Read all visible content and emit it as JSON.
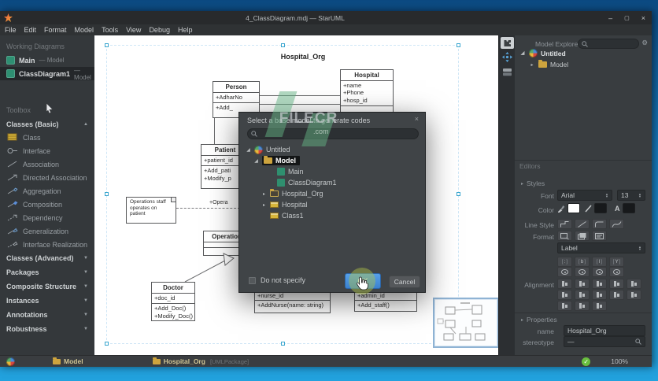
{
  "icons": {
    "minimize": "–",
    "maximize": "▢",
    "close": "×",
    "gear": "⚙",
    "check": "✓",
    "expand_open": "◢",
    "expand_closed": "▸",
    "collapse_up": "▲",
    "collapse_down": "▼",
    "stepper_up": "▲",
    "stepper_down": "▼",
    "color_letter": "A"
  },
  "window": {
    "title": "4_ClassDiagram.mdj — StarUML"
  },
  "menu": {
    "items": [
      "File",
      "Edit",
      "Format",
      "Model",
      "Tools",
      "View",
      "Debug",
      "Help"
    ]
  },
  "sidebar": {
    "working_diagrams_label": "Working Diagrams",
    "diagrams": [
      {
        "name": "Main",
        "type": "— Model"
      },
      {
        "name": "ClassDiagram1",
        "type": "— Model"
      }
    ],
    "toolbox_label": "Toolbox",
    "basic_section": {
      "label": "Classes (Basic)",
      "items": [
        "Class",
        "Interface",
        "Association",
        "Directed Association",
        "Aggregation",
        "Composition",
        "Dependency",
        "Generalization",
        "Interface Realization"
      ]
    },
    "collapsed_sections": [
      {
        "label": "Classes (Advanced)"
      },
      {
        "label": "Packages"
      },
      {
        "label": "Composite Structure"
      },
      {
        "label": "Instances"
      },
      {
        "label": "Annotations"
      },
      {
        "label": "Robustness"
      }
    ]
  },
  "canvas": {
    "diagram_title": "Hospital_Org",
    "person": {
      "name": "Person",
      "attr1": "+AdharNo",
      "op1": "+Add_"
    },
    "hospital": {
      "name": "Hospital",
      "attr1": "+name",
      "attr2": "+Phone",
      "attr3": "+hosp_id"
    },
    "patient": {
      "name": "Patient",
      "attr1": "+patient_id",
      "op1": "+Add_pati",
      "op2": "+Modify_p"
    },
    "operation": {
      "name": "Operation"
    },
    "doctor": {
      "name": "Doctor",
      "attr1": "+doc_id",
      "op1": "+Add_Doc()",
      "op2": "+Modify_Doc()"
    },
    "nurse": {
      "attr1": "+nurse_id",
      "op1": "+AddNurse(name: string)"
    },
    "admin": {
      "attr1": "+admin_id",
      "op1": "+Add_staff()"
    },
    "note_text": "Operations staff operates on patient",
    "assoc_label": "+Opera"
  },
  "dialog": {
    "title": "Select a base model to generate codes",
    "tree": [
      {
        "label": "Untitled"
      },
      {
        "label": "Model"
      },
      {
        "label": "Main"
      },
      {
        "label": "ClassDiagram1"
      },
      {
        "label": "Hospital_Org"
      },
      {
        "label": "Hospital"
      },
      {
        "label": "Class1"
      }
    ],
    "checkbox_label": "Do not specify",
    "ok": "OK",
    "cancel": "Cancel"
  },
  "explorer": {
    "title": "Model Explorer",
    "root": "Untitled",
    "child": "Model"
  },
  "editors": {
    "section_title": "Editors",
    "styles_label": "Styles",
    "font_label": "Font",
    "font_value": "Arial",
    "font_size_value": "13",
    "color_label": "Color",
    "line_style_label": "Line Style",
    "format_label": "Format",
    "stereotype_display_value": "Label",
    "display_toggles": [
      ":",
      "b",
      "I",
      "Y"
    ],
    "alignment_label": "Alignment"
  },
  "properties": {
    "section_title": "Properties",
    "name_label": "name",
    "name_value": "Hospital_Org",
    "stereotype_label": "stereotype",
    "stereotype_value": "—"
  },
  "statusbar": {
    "model_label": "Model",
    "package_label": "Hospital_Org",
    "package_type": "[UMLPackage]",
    "zoom_value": "100%"
  },
  "watermark": {
    "text": "FILECR",
    "suffix": ".com"
  }
}
